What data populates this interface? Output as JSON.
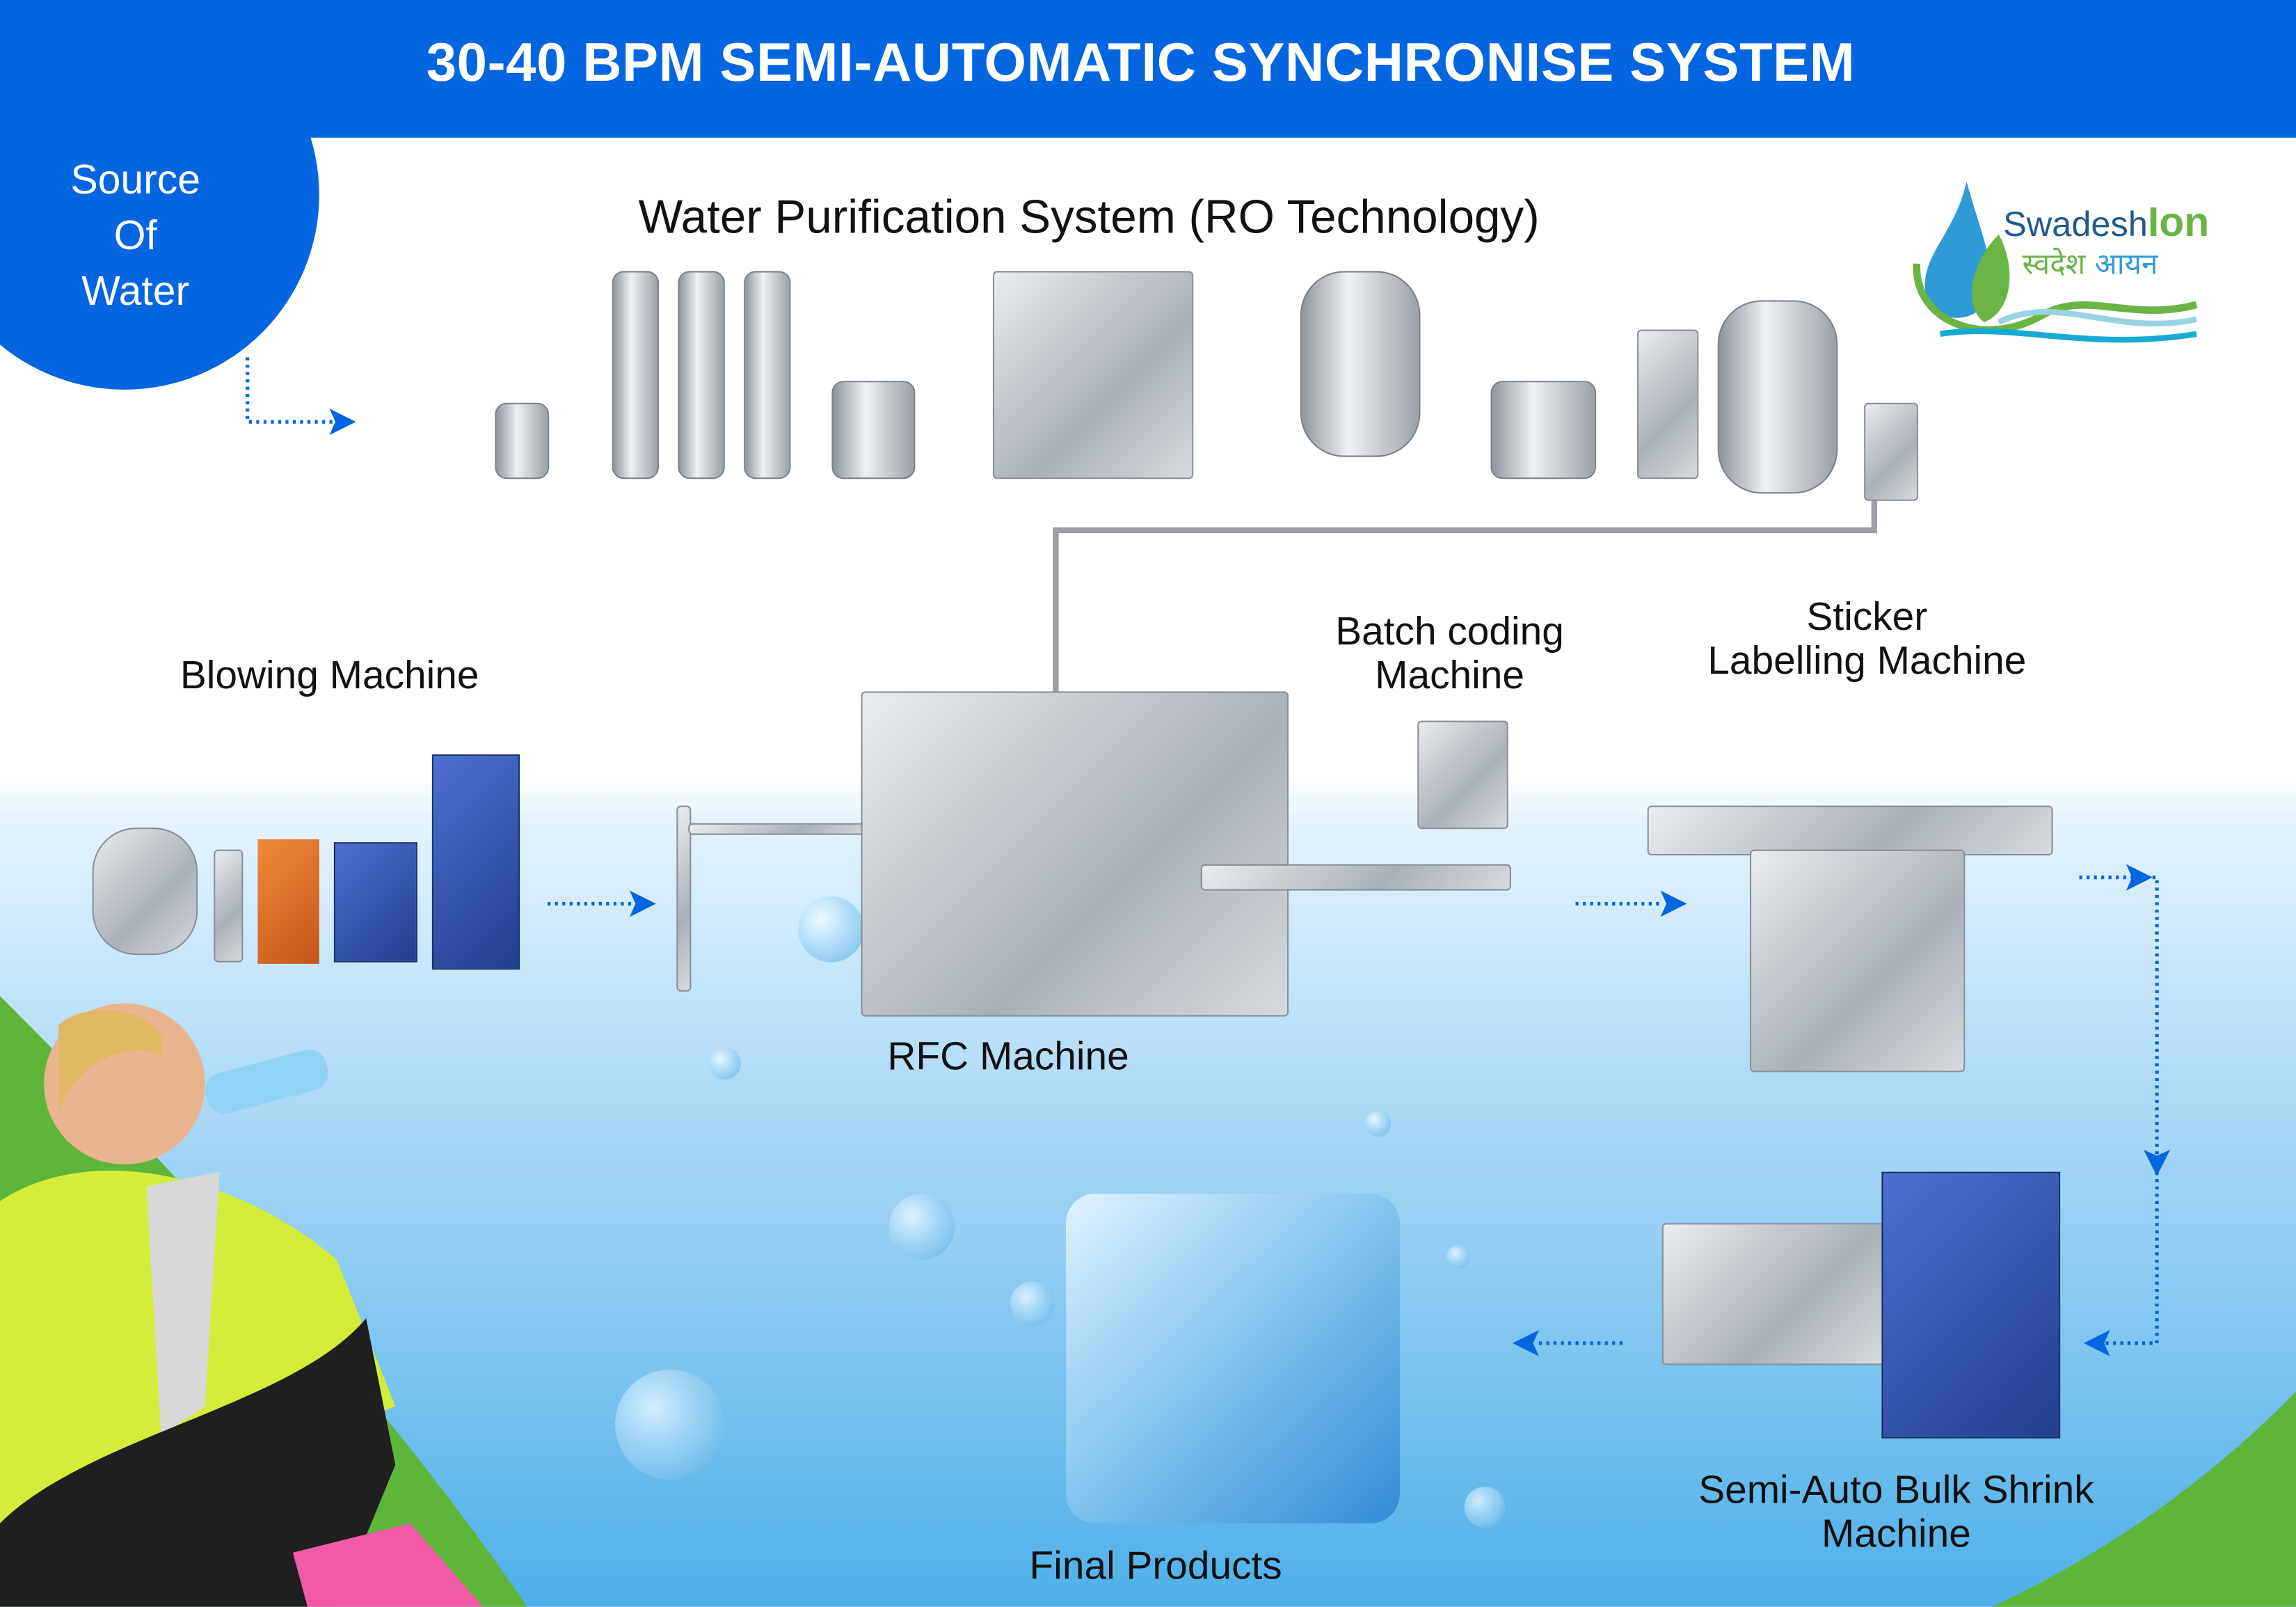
{
  "header": {
    "title": "30-40 BPM SEMI-AUTOMATIC SYNCHRONISE SYSTEM"
  },
  "source": {
    "lines": [
      "Source",
      "Of",
      "Water"
    ]
  },
  "logo": {
    "brand_main": "Swadesh",
    "brand_accent": "Ion",
    "brand_hindi_1": "स्वदेश",
    "brand_hindi_2": "आयन"
  },
  "stages": {
    "purification": "Water Purification System (RO Technology)",
    "blowing": "Blowing Machine",
    "rfc": "RFC Machine",
    "batch_coding": [
      "Batch coding",
      "Machine"
    ],
    "labelling": [
      "Sticker",
      "Labelling Machine"
    ],
    "shrink": [
      "Semi-Auto Bulk Shrink",
      "Machine"
    ],
    "final": "Final Products"
  },
  "colors": {
    "primary": "#0366E0",
    "green": "#5DB53A",
    "logo_blue": "#1F5A8C",
    "logo_green": "#6AB446"
  }
}
